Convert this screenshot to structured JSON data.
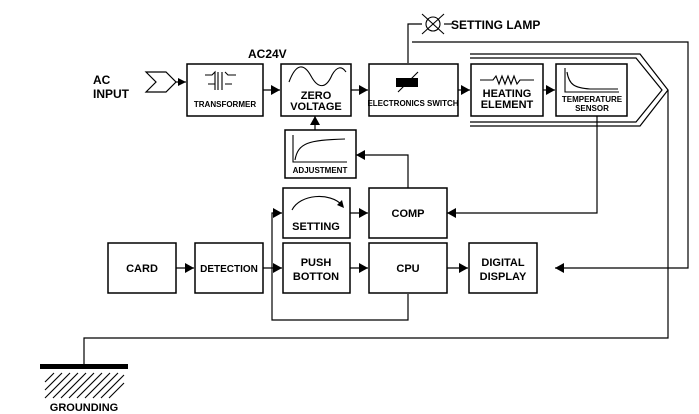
{
  "labels": {
    "ac_input_line1": "AC",
    "ac_input_line2": "INPUT",
    "ac24v": "AC24V",
    "setting_lamp": "SETTING LAMP",
    "grounding": "GROUNDING"
  },
  "blocks": {
    "transformer": "TRANSFORMER",
    "zero_voltage_line1": "ZERO",
    "zero_voltage_line2": "VOLTAGE",
    "electronics_switch": "ELECTRONICS SWITCH",
    "heating_element_line1": "HEATING",
    "heating_element_line2": "ELEMENT",
    "temperature_sensor_line1": "TEMPERATURE",
    "temperature_sensor_line2": "SENSOR",
    "adjustment": "ADJUSTMENT",
    "setting": "SETTING",
    "comp": "COMP",
    "card": "CARD",
    "detection": "DETECTION",
    "push_button_line1": "PUSH",
    "push_button_line2": "BOTTON",
    "cpu": "CPU",
    "digital_display_line1": "DIGITAL",
    "digital_display_line2": "DISPLAY"
  }
}
